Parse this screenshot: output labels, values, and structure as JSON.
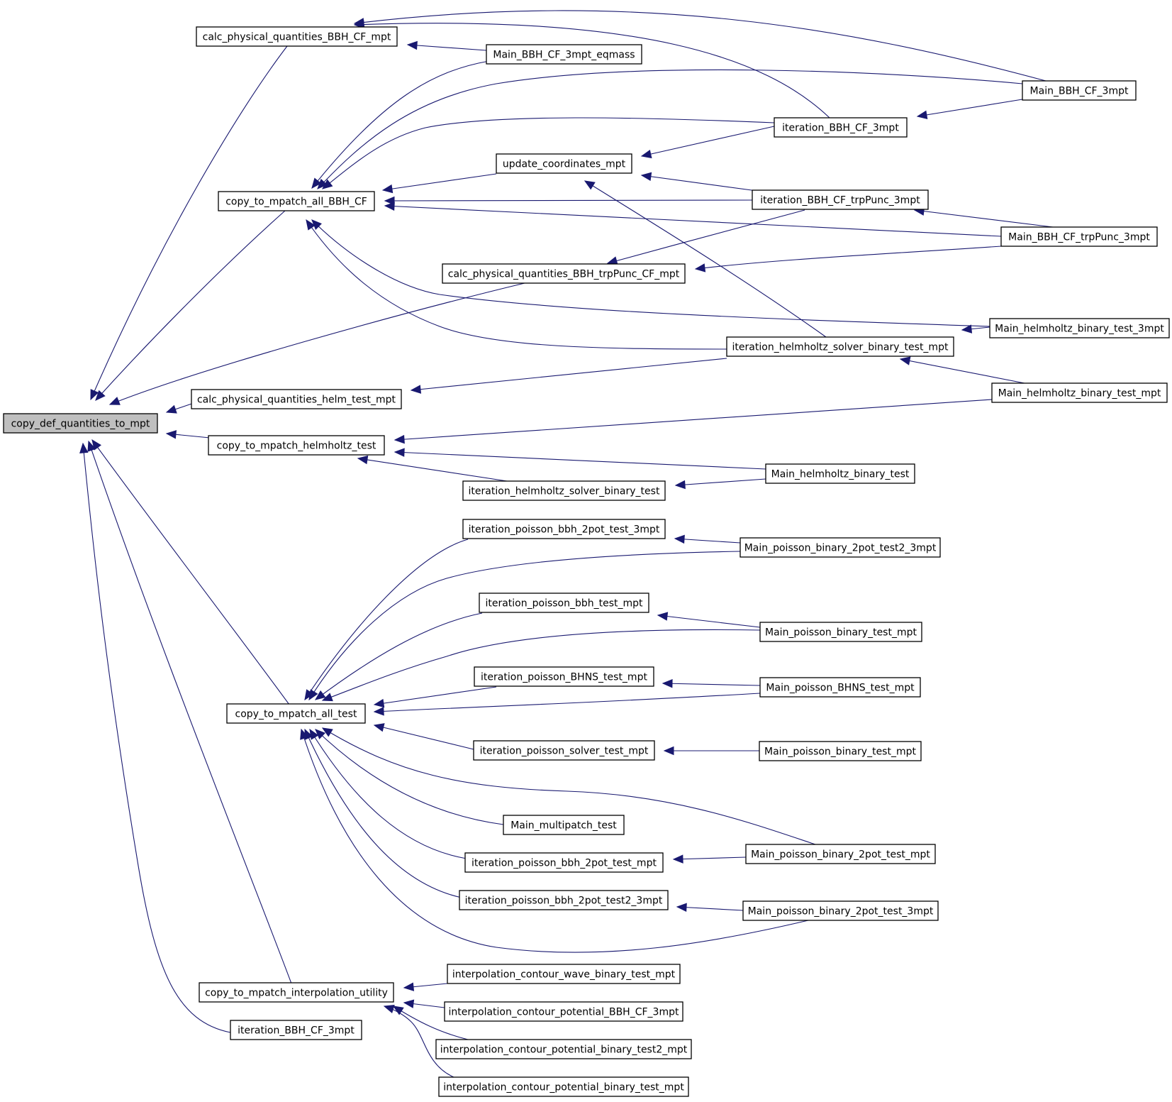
{
  "diagram": {
    "colors": {
      "edge": "#191970",
      "root_fill": "#bfbfbf",
      "node_fill": "#ffffff",
      "border": "#000000"
    },
    "nodes": [
      {
        "id": "root",
        "label": "copy_def_quantities_to_mpt",
        "root": true
      },
      {
        "id": "calc_bbh",
        "label": "calc_physical_quantities_BBH_CF_mpt"
      },
      {
        "id": "copy_bbh",
        "label": "copy_to_mpatch_all_BBH_CF"
      },
      {
        "id": "calc_trp",
        "label": "calc_physical_quantities_BBH_trpPunc_CF_mpt"
      },
      {
        "id": "calc_helm",
        "label": "calc_physical_quantities_helm_test_mpt"
      },
      {
        "id": "copy_helm",
        "label": "copy_to_mpatch_helmholtz_test"
      },
      {
        "id": "copy_all",
        "label": "copy_to_mpatch_all_test"
      },
      {
        "id": "copy_interp",
        "label": "copy_to_mpatch_interpolation_utility"
      },
      {
        "id": "iter_bbh_l",
        "label": "iteration_BBH_CF_3mpt"
      },
      {
        "id": "main_eqmass",
        "label": "Main_BBH_CF_3mpt_eqmass"
      },
      {
        "id": "update",
        "label": "update_coordinates_mpt"
      },
      {
        "id": "iter_helm_test",
        "label": "iteration_helmholtz_solver_binary_test"
      },
      {
        "id": "iter_p2pot3",
        "label": "iteration_poisson_bbh_2pot_test_3mpt"
      },
      {
        "id": "iter_pbbh",
        "label": "iteration_poisson_bbh_test_mpt"
      },
      {
        "id": "iter_pbhns",
        "label": "iteration_poisson_BHNS_test_mpt"
      },
      {
        "id": "iter_psolver",
        "label": "iteration_poisson_solver_test_mpt"
      },
      {
        "id": "main_multi",
        "label": "Main_multipatch_test"
      },
      {
        "id": "iter_p2pot",
        "label": "iteration_poisson_bbh_2pot_test_mpt"
      },
      {
        "id": "iter_p2pot23",
        "label": "iteration_poisson_bbh_2pot_test2_3mpt"
      },
      {
        "id": "interp_wave",
        "label": "interpolation_contour_wave_binary_test_mpt"
      },
      {
        "id": "interp_pot_bbh",
        "label": "interpolation_contour_potential_BBH_CF_3mpt"
      },
      {
        "id": "interp_pot_t2",
        "label": "interpolation_contour_potential_binary_test2_mpt"
      },
      {
        "id": "interp_pot_t",
        "label": "interpolation_contour_potential_binary_test_mpt"
      },
      {
        "id": "iter_bbh_r",
        "label": "iteration_BBH_CF_3mpt"
      },
      {
        "id": "iter_trp",
        "label": "iteration_BBH_CF_trpPunc_3mpt"
      },
      {
        "id": "iter_helm_mpt",
        "label": "iteration_helmholtz_solver_binary_test_mpt"
      },
      {
        "id": "main_helm_t",
        "label": "Main_helmholtz_binary_test"
      },
      {
        "id": "main_p2pot23",
        "label": "Main_poisson_binary_2pot_test2_3mpt"
      },
      {
        "id": "main_pbin_mpt1",
        "label": "Main_poisson_binary_test_mpt"
      },
      {
        "id": "main_pbhns",
        "label": "Main_poisson_BHNS_test_mpt"
      },
      {
        "id": "main_pbin_mpt2",
        "label": "Main_poisson_binary_test_mpt"
      },
      {
        "id": "main_p2pot",
        "label": "Main_poisson_binary_2pot_test_mpt"
      },
      {
        "id": "main_p2pot3",
        "label": "Main_poisson_binary_2pot_test_3mpt"
      },
      {
        "id": "main_bbh3",
        "label": "Main_BBH_CF_3mpt"
      },
      {
        "id": "main_trp3",
        "label": "Main_BBH_CF_trpPunc_3mpt"
      },
      {
        "id": "main_helm3",
        "label": "Main_helmholtz_binary_test_3mpt"
      },
      {
        "id": "main_helm_mpt",
        "label": "Main_helmholtz_binary_test_mpt"
      }
    ],
    "edges": [
      {
        "from": "calc_bbh",
        "to": "root"
      },
      {
        "from": "copy_bbh",
        "to": "root"
      },
      {
        "from": "calc_trp",
        "to": "root"
      },
      {
        "from": "calc_helm",
        "to": "root"
      },
      {
        "from": "copy_helm",
        "to": "root"
      },
      {
        "from": "copy_all",
        "to": "root"
      },
      {
        "from": "copy_interp",
        "to": "root"
      },
      {
        "from": "iter_bbh_l",
        "to": "root"
      },
      {
        "from": "main_eqmass",
        "to": "calc_bbh"
      },
      {
        "from": "iter_bbh_r",
        "to": "calc_bbh"
      },
      {
        "from": "main_bbh3",
        "to": "calc_bbh"
      },
      {
        "from": "main_eqmass",
        "to": "copy_bbh"
      },
      {
        "from": "main_bbh3",
        "to": "copy_bbh"
      },
      {
        "from": "iter_bbh_r",
        "to": "copy_bbh"
      },
      {
        "from": "update",
        "to": "copy_bbh"
      },
      {
        "from": "iter_trp",
        "to": "copy_bbh"
      },
      {
        "from": "main_trp3",
        "to": "copy_bbh"
      },
      {
        "from": "main_helm3",
        "to": "copy_bbh"
      },
      {
        "from": "iter_helm_mpt",
        "to": "copy_bbh"
      },
      {
        "from": "iter_bbh_r",
        "to": "update"
      },
      {
        "from": "iter_trp",
        "to": "update"
      },
      {
        "from": "iter_helm_mpt",
        "to": "update"
      },
      {
        "from": "main_bbh3",
        "to": "iter_bbh_r"
      },
      {
        "from": "main_trp3",
        "to": "iter_trp"
      },
      {
        "from": "iter_trp",
        "to": "calc_trp"
      },
      {
        "from": "main_trp3",
        "to": "calc_trp"
      },
      {
        "from": "main_helm3",
        "to": "iter_helm_mpt"
      },
      {
        "from": "main_helm_mpt",
        "to": "iter_helm_mpt"
      },
      {
        "from": "iter_helm_mpt",
        "to": "calc_helm"
      },
      {
        "from": "main_helm_mpt",
        "to": "copy_helm"
      },
      {
        "from": "main_helm_t",
        "to": "copy_helm"
      },
      {
        "from": "iter_helm_test",
        "to": "copy_helm"
      },
      {
        "from": "main_helm_t",
        "to": "iter_helm_test"
      },
      {
        "from": "iter_p2pot3",
        "to": "copy_all"
      },
      {
        "from": "main_p2pot23",
        "to": "copy_all"
      },
      {
        "from": "iter_pbbh",
        "to": "copy_all"
      },
      {
        "from": "main_pbin_mpt1",
        "to": "copy_all"
      },
      {
        "from": "iter_pbhns",
        "to": "copy_all"
      },
      {
        "from": "main_pbhns",
        "to": "copy_all"
      },
      {
        "from": "iter_psolver",
        "to": "copy_all"
      },
      {
        "from": "main_p2pot",
        "to": "copy_all"
      },
      {
        "from": "main_multi",
        "to": "copy_all"
      },
      {
        "from": "iter_p2pot",
        "to": "copy_all"
      },
      {
        "from": "iter_p2pot23",
        "to": "copy_all"
      },
      {
        "from": "main_p2pot3",
        "to": "copy_all"
      },
      {
        "from": "main_p2pot23",
        "to": "iter_p2pot3"
      },
      {
        "from": "main_pbin_mpt1",
        "to": "iter_pbbh"
      },
      {
        "from": "main_pbhns",
        "to": "iter_pbhns"
      },
      {
        "from": "main_pbin_mpt2",
        "to": "iter_psolver"
      },
      {
        "from": "main_p2pot",
        "to": "iter_p2pot"
      },
      {
        "from": "main_p2pot3",
        "to": "iter_p2pot23"
      },
      {
        "from": "interp_wave",
        "to": "copy_interp"
      },
      {
        "from": "interp_pot_bbh",
        "to": "copy_interp"
      },
      {
        "from": "interp_pot_t2",
        "to": "copy_interp"
      },
      {
        "from": "interp_pot_t",
        "to": "copy_interp"
      }
    ]
  }
}
